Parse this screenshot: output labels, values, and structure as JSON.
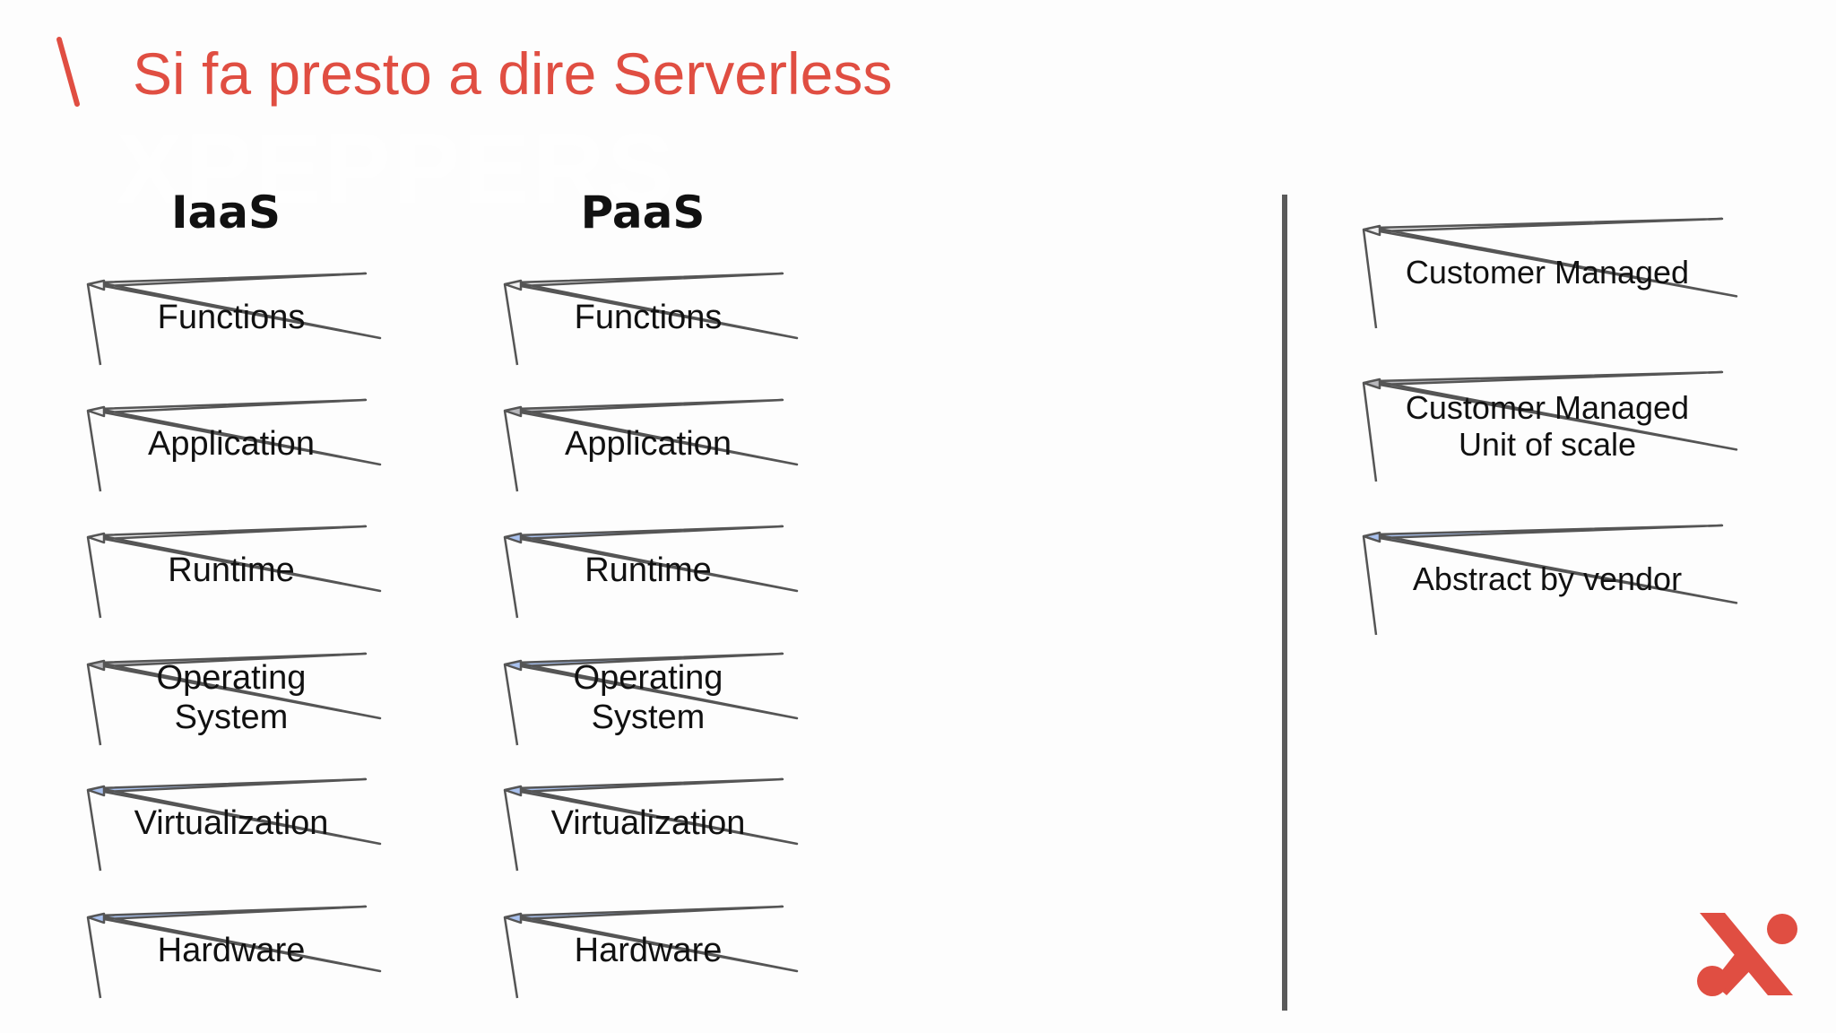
{
  "slide": {
    "title": "Si fa presto a dire Serverless",
    "watermark": "XPEPPERS",
    "brand_color": "#e04e42"
  },
  "columns": [
    {
      "heading": "IaaS",
      "layers": [
        {
          "label": "Functions",
          "state": "customer_managed"
        },
        {
          "label": "Application",
          "state": "customer_managed"
        },
        {
          "label": "Runtime",
          "state": "customer_managed"
        },
        {
          "label": "Operating\nSystem",
          "state": "customer_managed_unit_of_scale"
        },
        {
          "label": "Virtualization",
          "state": "abstract_by_vendor"
        },
        {
          "label": "Hardware",
          "state": "abstract_by_vendor"
        }
      ]
    },
    {
      "heading": "PaaS",
      "layers": [
        {
          "label": "Functions",
          "state": "customer_managed"
        },
        {
          "label": "Application",
          "state": "customer_managed_unit_of_scale"
        },
        {
          "label": "Runtime",
          "state": "abstract_by_vendor"
        },
        {
          "label": "Operating\nSystem",
          "state": "abstract_by_vendor"
        },
        {
          "label": "Virtualization",
          "state": "abstract_by_vendor"
        },
        {
          "label": "Hardware",
          "state": "abstract_by_vendor"
        }
      ]
    }
  ],
  "legend": [
    {
      "label": "Customer Managed",
      "state": "customer_managed"
    },
    {
      "label": "Customer Managed\nUnit of scale",
      "state": "customer_managed_unit_of_scale"
    },
    {
      "label": "Abstract by vendor",
      "state": "abstract_by_vendor"
    }
  ],
  "state_colors": {
    "customer_managed": "#eeeeef",
    "customer_managed_unit_of_scale": "#b8b8bc",
    "abstract_by_vendor": "#a9c1ee"
  },
  "icons": {
    "title_mark": "backslash-mark-icon",
    "logo": "xpeppers-logo-icon"
  }
}
